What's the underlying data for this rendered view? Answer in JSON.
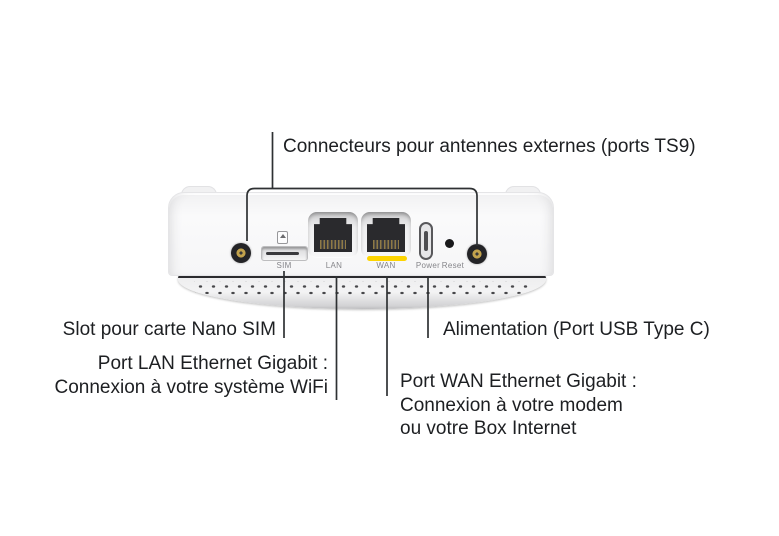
{
  "colors": {
    "text": "#1d1f22",
    "line": "#2e3133",
    "label_gray": "#85858a",
    "wan_accent_yellow": "#fdd400",
    "antenna_gold": "#c2a24c"
  },
  "device": {
    "port_labels": {
      "sim": "SIM",
      "lan": "LAN",
      "wan": "WAN",
      "power": "Power",
      "reset": "Reset"
    }
  },
  "callouts": {
    "antennas": "Connecteurs pour antennes externes (ports TS9)",
    "sim": "Slot pour carte Nano SIM",
    "lan_line1": "Port LAN Ethernet Gigabit :",
    "lan_line2": "Connexion à votre système WiFi",
    "power": "Alimentation (Port USB Type C)",
    "wan_line1": "Port WAN Ethernet Gigabit :",
    "wan_line2": "Connexion à votre modem",
    "wan_line3": "ou votre Box Internet"
  }
}
